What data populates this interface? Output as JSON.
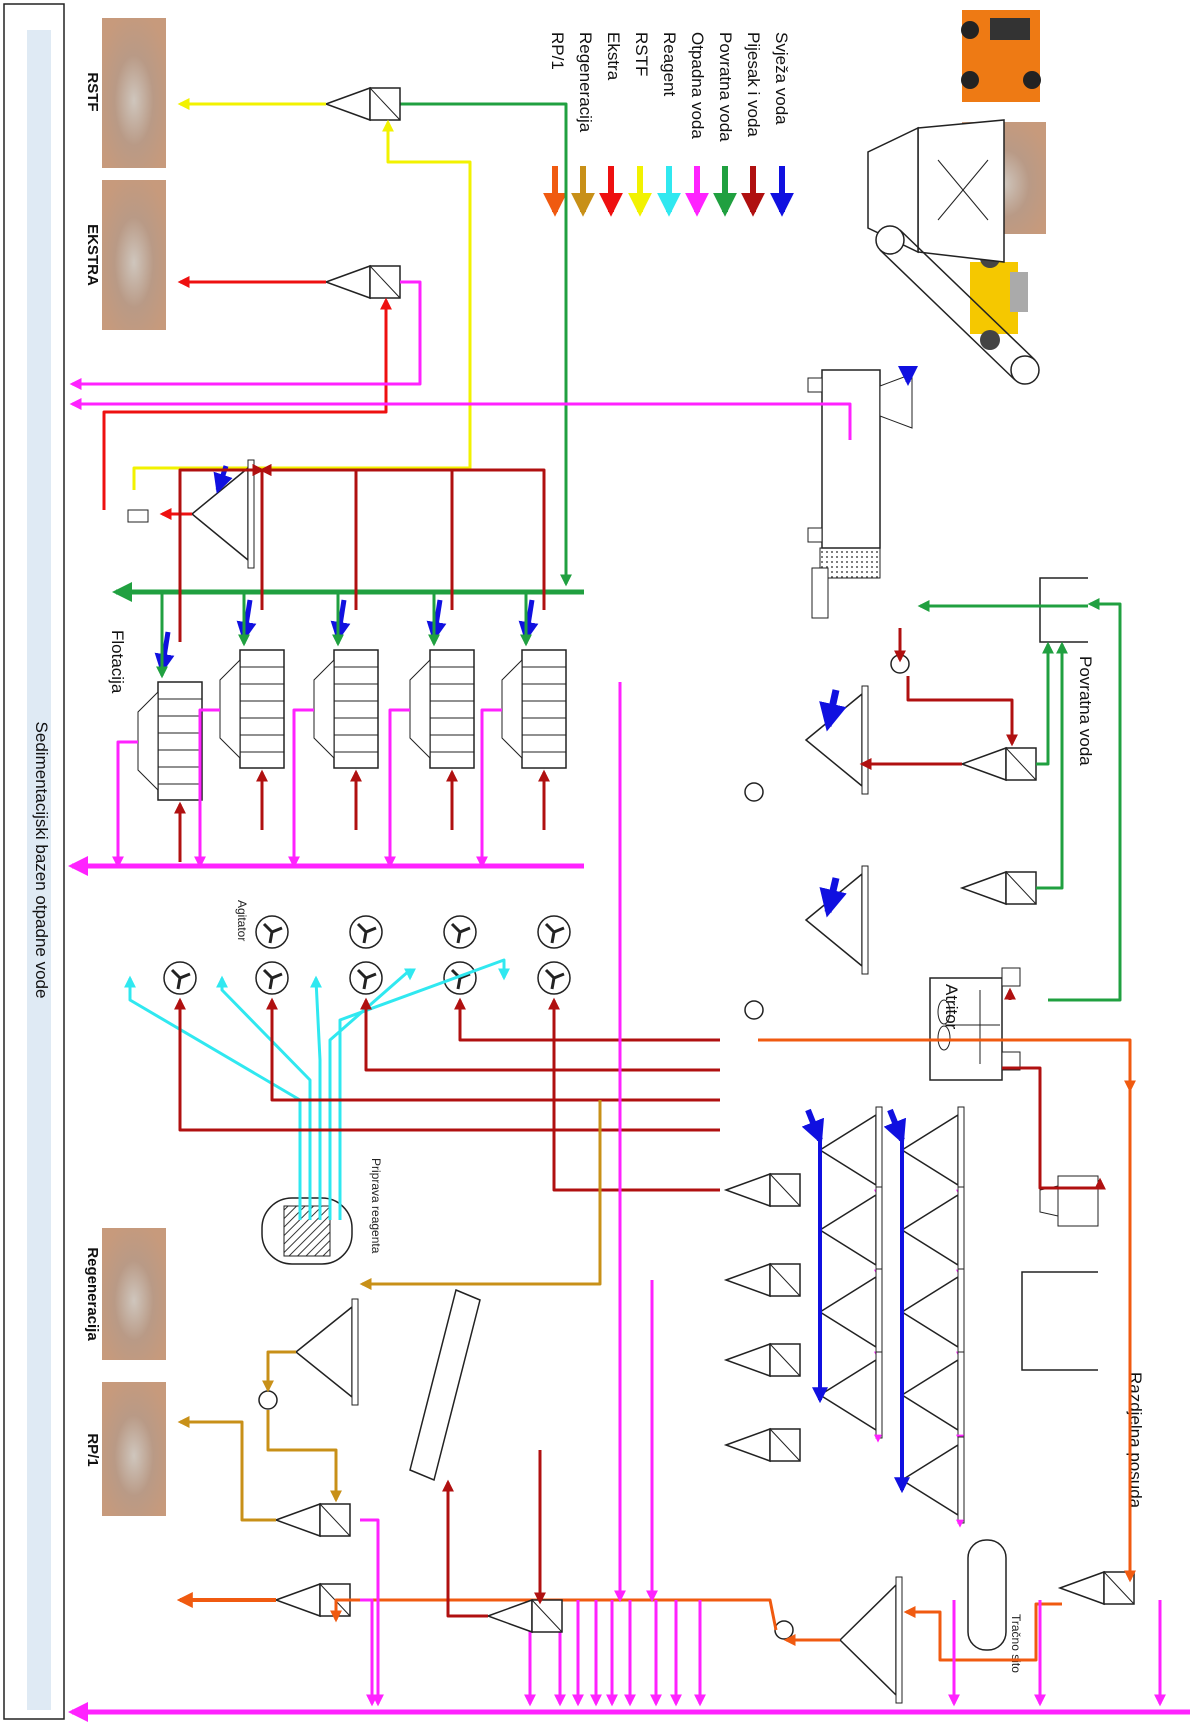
{
  "legend": {
    "items": [
      {
        "label": "Svježa voda",
        "color": "#1010e0"
      },
      {
        "label": "Pijesak i voda",
        "color": "#b01010"
      },
      {
        "label": "Povratna voda",
        "color": "#20a040"
      },
      {
        "label": "Otpadna voda",
        "color": "#ff22ff"
      },
      {
        "label": "Reagent",
        "color": "#30e8f0"
      },
      {
        "label": "RSTF",
        "color": "#f2f200"
      },
      {
        "label": "Ekstra",
        "color": "#ee1010"
      },
      {
        "label": "Regeneracija",
        "color": "#c89018"
      },
      {
        "label": "RP/1",
        "color": "#f05a10"
      }
    ]
  },
  "labels": {
    "basin": "Sedimentacijski bazen otpadne vode",
    "flotation": "Flotacija",
    "agitator": "Agitator",
    "reagent_prep": "Priprava reagenta",
    "return_water": "Povratna voda",
    "attritor": "Atritor",
    "splitter": "Razdjelna posuda",
    "belt_sieve": "Tračno sito"
  },
  "products": [
    {
      "label": "RSTF"
    },
    {
      "label": "EKSTRA"
    },
    {
      "label": "Regeneracija"
    },
    {
      "label": "RP/1"
    }
  ]
}
